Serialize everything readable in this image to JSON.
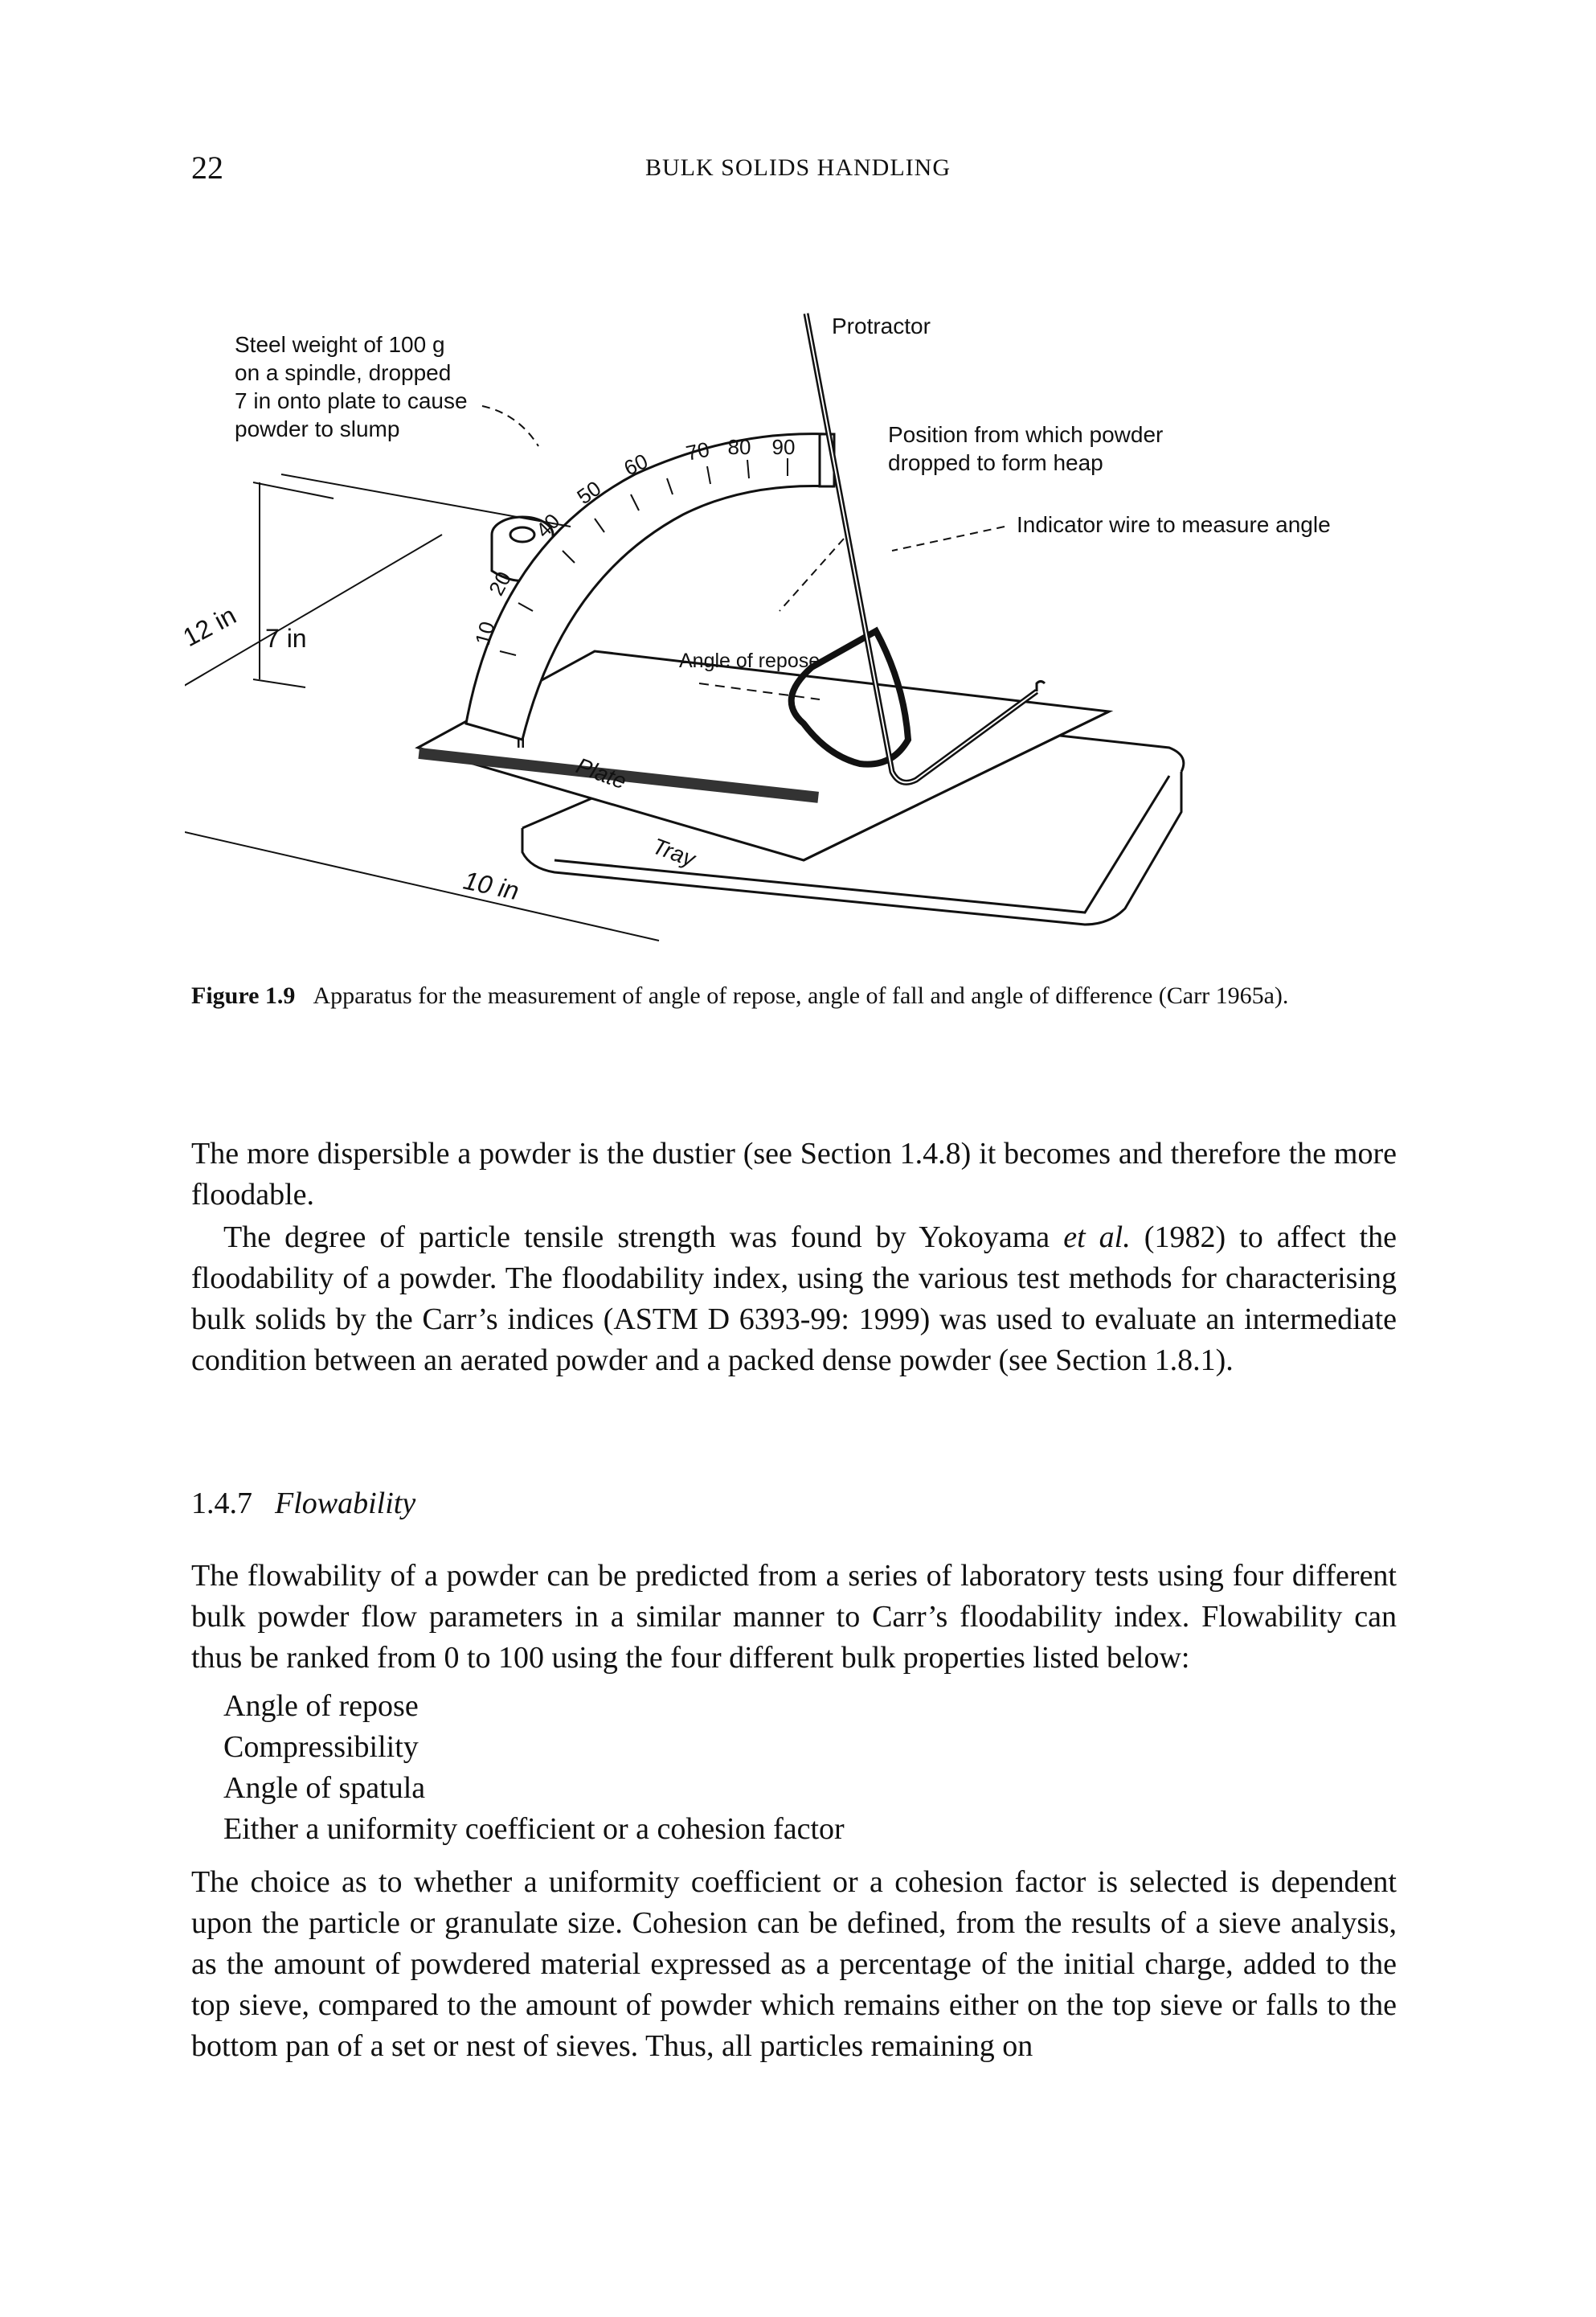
{
  "header": {
    "page_number": "22",
    "running_title": "BULK SOLIDS HANDLING"
  },
  "figure": {
    "labels": {
      "weight_line1": "Steel weight of 100 g",
      "weight_line2": "on a spindle, dropped",
      "weight_line3": "7 in onto plate to cause",
      "weight_line4": "powder to slump",
      "protractor": "Protractor",
      "position_line1": "Position from which powder",
      "position_line2": "dropped to form heap",
      "indicator": "Indicator wire to measure angle",
      "angle_of_repose": "Angle of repose",
      "plate": "Plate",
      "tray": "Tray",
      "dim_12in": "12 in",
      "dim_7in": "7 in",
      "dim_10in": "10 in"
    },
    "scale_ticks": [
      "10",
      "20",
      "40",
      "50",
      "60",
      "70",
      "80",
      "90"
    ],
    "caption_label": "Figure 1.9",
    "caption_text": "Apparatus for the measurement of angle of repose, angle of fall and angle of difference (Carr 1965a)."
  },
  "paragraphs": {
    "p1": "The more dispersible a powder is the dustier (see Section 1.4.8) it becomes and therefore the more floodable.",
    "p2_pre": "The degree of particle tensile strength was found by Yokoyama ",
    "p2_etal": "et al.",
    "p2_post": " (1982) to affect the floodability of a powder. The floodability index, using the various test methods for characterising bulk solids by the Carr’s indices (ASTM D 6393-99: 1999) was used to evaluate an intermediate condition between an aerated powder and a packed dense powder (see Section 1.8.1).",
    "p3": "The flowability of a powder can be predicted from a series of laboratory tests using four different bulk powder flow parameters in a similar manner to Carr’s floodability index. Flowability can thus be ranked from 0 to 100 using the four different bulk properties listed below:",
    "p4": "The choice as to whether a uniformity coefficient or a cohesion factor is selected is dependent upon the particle or granulate size. Cohesion can be defined, from the results of a sieve analysis, as the amount of powdered material expressed as a percentage of the initial charge, added to the top sieve, compared to the amount of powder which remains either on the top sieve or falls to the bottom pan of a set or nest of sieves. Thus, all particles remaining on"
  },
  "section": {
    "number": "1.4.7",
    "title": "Flowability"
  },
  "list_items": [
    "Angle of repose",
    "Compressibility",
    "Angle of spatula",
    "Either a uniformity coefficient or a cohesion factor"
  ]
}
